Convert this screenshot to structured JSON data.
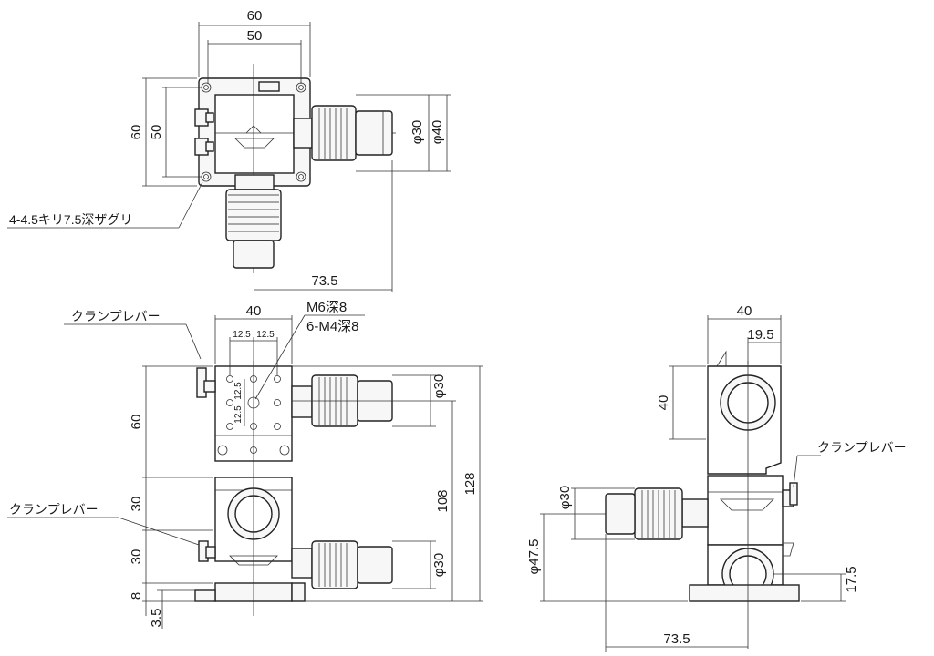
{
  "top_view": {
    "dim_width_outer": "60",
    "dim_width_inner": "50",
    "dim_height_outer": "60",
    "dim_height_inner": "50",
    "dim_dia_inner": "φ30",
    "dim_dia_outer": "φ40",
    "dim_reach": "73.5",
    "hole_note": "4-4.5キリ7.5深ザグリ"
  },
  "front_view": {
    "dim_table_width": "40",
    "dim_pitch_a": "12.5",
    "dim_pitch_b": "12.5",
    "dim_pitch_v1": "12.5",
    "dim_pitch_v2": "12.5",
    "note_center_tap": "M6深8",
    "note_taps": "6-M4深8",
    "clamp_lever_top": "クランプレバー",
    "clamp_lever_mid": "クランプレバー",
    "dim_upper_height": "60",
    "dim_mid_1": "30",
    "dim_mid_2": "30",
    "dim_base": "8",
    "dim_base_step": "3.5",
    "dim_knob_dia_top": "φ30",
    "dim_knob_dia_bottom": "φ30",
    "dim_overall_inner": "108",
    "dim_overall": "128"
  },
  "side_view": {
    "dim_width": "40",
    "dim_offset": "19.5",
    "dim_upper": "40",
    "clamp_lever": "クランプレバー",
    "dim_knob_dia": "φ30",
    "dim_center_height": "φ47.5",
    "dim_base_height": "17.5",
    "dim_reach": "73.5"
  }
}
